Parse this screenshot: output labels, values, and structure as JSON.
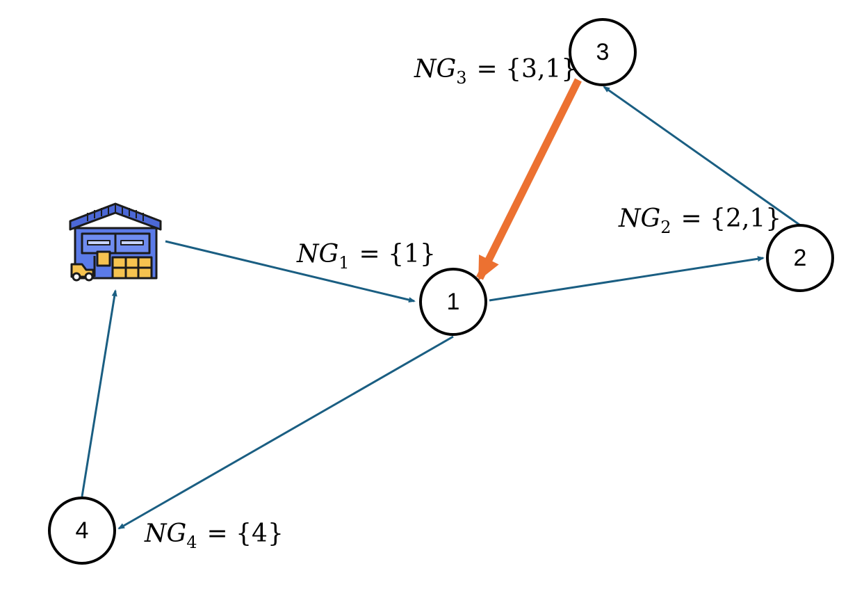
{
  "diagram": {
    "nodes": [
      {
        "id": "1",
        "label": "1"
      },
      {
        "id": "2",
        "label": "2"
      },
      {
        "id": "3",
        "label": "3"
      },
      {
        "id": "4",
        "label": "4"
      }
    ],
    "depot": {
      "icon": "warehouse-icon"
    },
    "edges": [
      {
        "from": "depot",
        "to": "1",
        "highlighted": false
      },
      {
        "from": "1",
        "to": "2",
        "highlighted": false
      },
      {
        "from": "2",
        "to": "3",
        "highlighted": false
      },
      {
        "from": "3",
        "to": "1",
        "highlighted": true
      },
      {
        "from": "1",
        "to": "4",
        "highlighted": false
      },
      {
        "from": "4",
        "to": "depot",
        "highlighted": false
      }
    ],
    "ng_sets": [
      {
        "name": "NG",
        "sub": "1",
        "value": "= {1}"
      },
      {
        "name": "NG",
        "sub": "2",
        "value": "= {2,1}"
      },
      {
        "name": "NG",
        "sub": "3",
        "value": "= {3,1}"
      },
      {
        "name": "NG",
        "sub": "4",
        "value": "= {4}"
      }
    ],
    "colors": {
      "edge": "#1a5e82",
      "highlight": "#ec7131",
      "node_stroke": "#000000",
      "warehouse_body": "#5b7be8",
      "warehouse_roof": "#4c68d6",
      "boxes": "#f6c350"
    }
  }
}
